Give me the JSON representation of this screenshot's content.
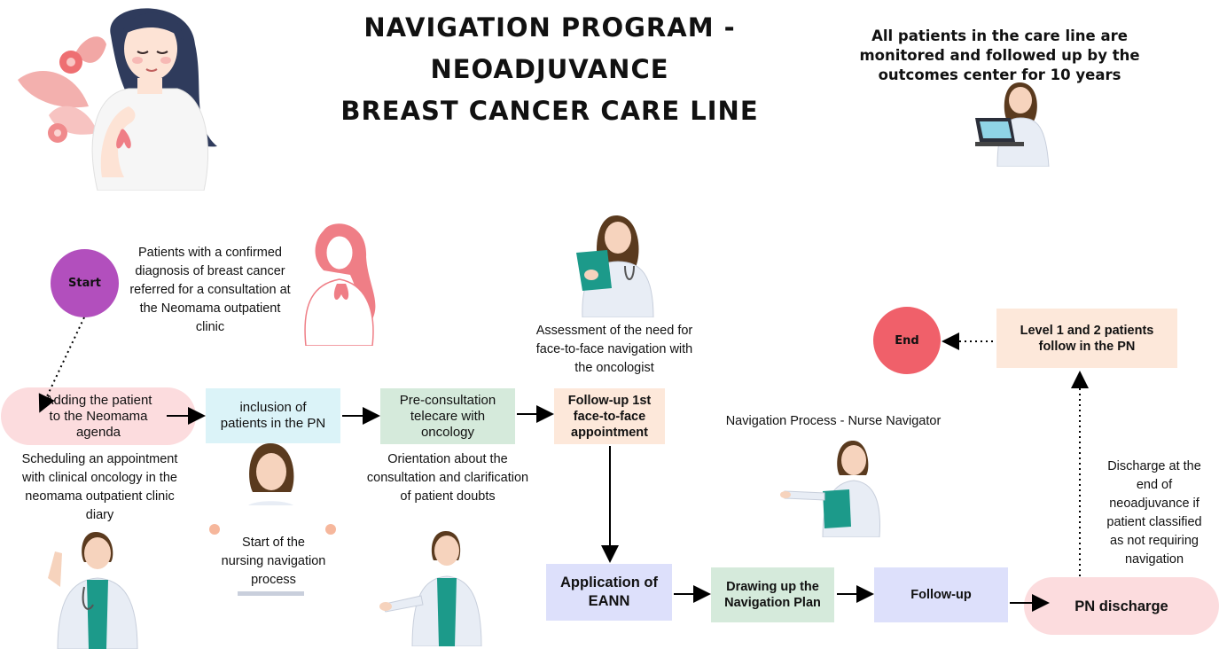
{
  "title": {
    "line1": "NAVIGATION PROGRAM -",
    "line2": "NEOADJUVANCE",
    "line3": "BREAST CANCER CARE LINE"
  },
  "monitoring_note": {
    "line1": "All patients in the care line are",
    "line2": "monitored and followed up by the",
    "line3": "outcomes center for 10 years"
  },
  "start": {
    "label": "Start",
    "description": [
      "Patients with a confirmed",
      "diagnosis of breast cancer",
      "referred for a consultation at",
      "the Neomama outpatient",
      "clinic"
    ]
  },
  "steps": {
    "adding": {
      "lines": [
        "Adding the patient",
        "to the Neomama",
        "agenda"
      ]
    },
    "adding_caption": [
      "Scheduling an appointment",
      "with clinical oncology in the",
      "neomama outpatient clinic",
      "diary"
    ],
    "inclusion": {
      "lines": [
        "inclusion of",
        "patients in the PN"
      ]
    },
    "inclusion_caption": [
      "Start of the",
      "nursing navigation",
      "process"
    ],
    "preconsult": {
      "lines": [
        "Pre-consultation",
        "telecare with",
        "oncology"
      ]
    },
    "preconsult_caption": [
      "Orientation about the",
      "consultation and clarification",
      "of patient doubts"
    ],
    "followup1": {
      "lines": [
        "Follow-up 1st",
        "face-to-face",
        "appointment"
      ]
    },
    "assessment_caption": [
      "Assessment of the need for",
      "face-to-face navigation with",
      "the oncologist"
    ],
    "eann": {
      "lines": [
        "Application of",
        "EANN"
      ]
    },
    "drawing": {
      "lines": [
        "Drawing up the",
        "Navigation Plan"
      ]
    },
    "followup": {
      "lines": [
        "Follow-up"
      ]
    },
    "discharge": {
      "lines": [
        "PN discharge"
      ]
    },
    "discharge_caption": [
      "Discharge at the",
      "end of",
      "neoadjuvance if",
      "patient classified",
      "as not requiring",
      "navigation"
    ],
    "level": {
      "lines": [
        "Level 1 and 2 patients",
        "follow in the PN"
      ]
    },
    "nurse_process_caption": "Navigation Process - Nurse Navigator"
  },
  "end": {
    "label": "End"
  },
  "colors": {
    "start_circle": "#b24fbd",
    "end_circle": "#f0606a",
    "pink_box": "#fcdcde",
    "blue_box": "#dbf3f8",
    "green_box": "#d5eadb",
    "peach_box": "#fde8da",
    "lavender_box": "#dde0fb",
    "level_box": "#fde8da",
    "accent_pink": "#ef7e86",
    "nurse_hair": "#5a3a1e",
    "coat": "#e8edf5",
    "scrubs": "#1c9a8a"
  },
  "icons": [
    "woman-illustration",
    "ribbon-icon",
    "nurse-laptop-icon",
    "patient-ribbon-icon",
    "nurse-clipboard-icon",
    "nurse-pointing-icon",
    "nurse-sign-icon",
    "nurse-gesturing-icon"
  ]
}
